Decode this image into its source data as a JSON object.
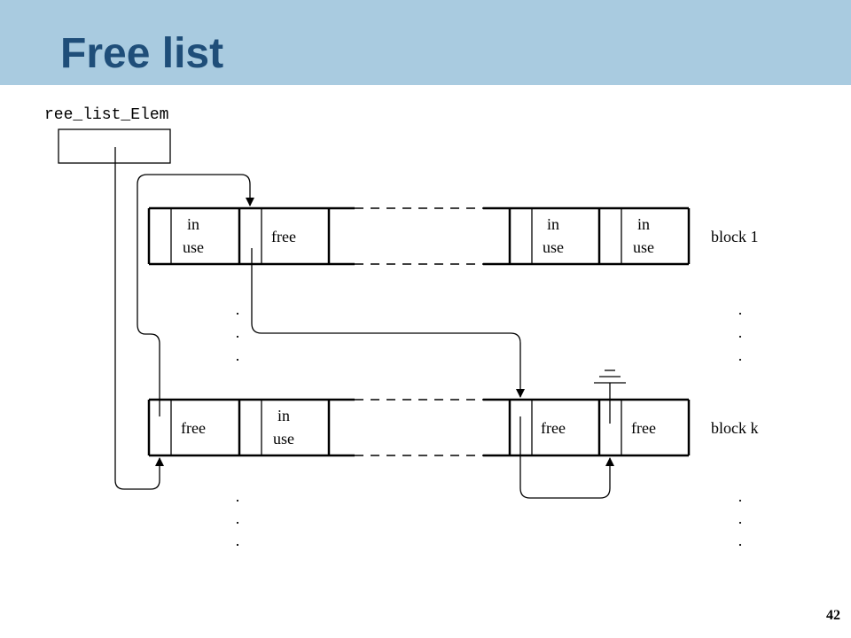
{
  "slide": {
    "title": "Free list",
    "page_number": "42"
  },
  "diagram": {
    "pointer_label": "ree_list_Elem",
    "cell_labels": {
      "in_use_line1": "in",
      "in_use_line2": "use",
      "free": "free"
    },
    "row_labels": {
      "first": "block 1",
      "last": "block k"
    },
    "ellipsis": "."
  }
}
